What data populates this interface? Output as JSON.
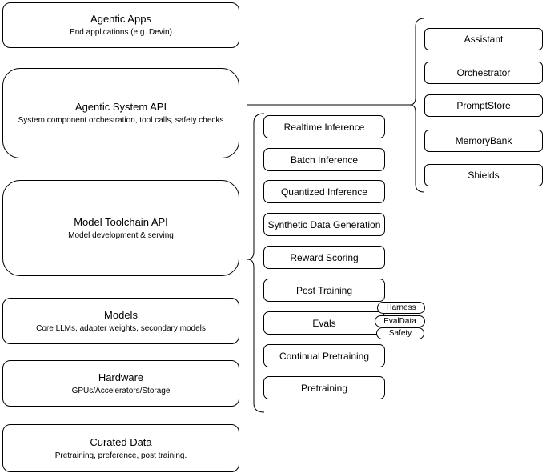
{
  "diagram": {
    "title": "Agentic system stack diagram",
    "colors": {
      "stroke": "#000000",
      "fill": "#ffffff",
      "text": "#000000"
    },
    "left_column": [
      {
        "title": "Agentic Apps",
        "subtitle": "End applications (e.g. Devin)"
      },
      {
        "title": "Agentic System API",
        "subtitle": "System component orchestration, tool calls, safety checks"
      },
      {
        "title": "Model Toolchain API",
        "subtitle": "Model development & serving"
      },
      {
        "title": "Models",
        "subtitle": "Core LLMs, adapter weights, secondary models"
      },
      {
        "title": "Hardware",
        "subtitle": "GPUs/Accelerators/Storage"
      },
      {
        "title": "Curated Data",
        "subtitle": "Pretraining, preference, post training."
      }
    ],
    "toolchain_items": [
      "Realtime Inference",
      "Batch Inference",
      "Quantized Inference",
      "Synthetic Data Generation",
      "Reward Scoring",
      "Post Training",
      "Evals",
      "Continual Pretraining",
      "Pretraining"
    ],
    "eval_tags": [
      "Harness",
      "EvalData",
      "Safety"
    ],
    "system_components": [
      "Assistant",
      "Orchestrator",
      "PromptStore",
      "MemoryBank",
      "Shields"
    ]
  }
}
